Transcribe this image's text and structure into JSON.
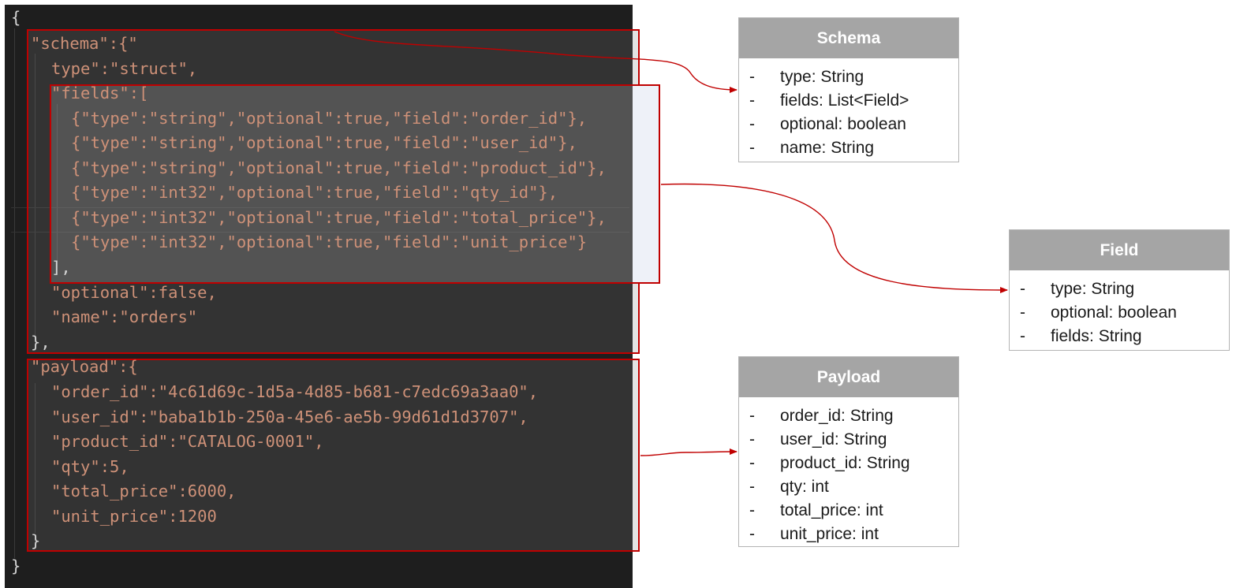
{
  "code": {
    "lines": [
      {
        "indent": 0,
        "text": "{"
      },
      {
        "indent": 1,
        "text": "\"schema\":{\""
      },
      {
        "indent": 2,
        "text": "type\":\"struct\","
      },
      {
        "indent": 2,
        "text": "\"fields\":["
      },
      {
        "indent": 3,
        "text": "{\"type\":\"string\",\"optional\":true,\"field\":\"order_id\"},"
      },
      {
        "indent": 3,
        "text": "{\"type\":\"string\",\"optional\":true,\"field\":\"user_id\"},"
      },
      {
        "indent": 3,
        "text": "{\"type\":\"string\",\"optional\":true,\"field\":\"product_id\"},"
      },
      {
        "indent": 3,
        "text": "{\"type\":\"int32\",\"optional\":true,\"field\":\"qty_id\"},"
      },
      {
        "indent": 3,
        "text": "{\"type\":\"int32\",\"optional\":true,\"field\":\"total_price\"},"
      },
      {
        "indent": 3,
        "text": "{\"type\":\"int32\",\"optional\":true,\"field\":\"unit_price\"}"
      },
      {
        "indent": 2,
        "text": "],"
      },
      {
        "indent": 2,
        "text": "\"optional\":false,"
      },
      {
        "indent": 2,
        "text": "\"name\":\"orders\""
      },
      {
        "indent": 1,
        "text": "},"
      },
      {
        "indent": 1,
        "text": "\"payload\":{"
      },
      {
        "indent": 2,
        "text": "\"order_id\":\"4c61d69c-1d5a-4d85-b681-c7edc69a3aa0\","
      },
      {
        "indent": 2,
        "text": "\"user_id\":\"baba1b1b-250a-45e6-ae5b-99d61d1d3707\","
      },
      {
        "indent": 2,
        "text": "\"product_id\":\"CATALOG-0001\","
      },
      {
        "indent": 2,
        "text": "\"qty\":5,"
      },
      {
        "indent": 2,
        "text": "\"total_price\":6000,"
      },
      {
        "indent": 2,
        "text": "\"unit_price\":1200"
      },
      {
        "indent": 1,
        "text": "}"
      },
      {
        "indent": 0,
        "text": "}"
      }
    ]
  },
  "uml": {
    "schema": {
      "title": "Schema",
      "rows": [
        {
          "dash": "-",
          "text": "type: String"
        },
        {
          "dash": "-",
          "text": "fields: List<Field>"
        },
        {
          "dash": "-",
          "text": "optional: boolean"
        },
        {
          "dash": "-",
          "text": "name: String"
        }
      ]
    },
    "field": {
      "title": "Field",
      "rows": [
        {
          "dash": "-",
          "text": "type: String"
        },
        {
          "dash": "-",
          "text": "optional: boolean"
        },
        {
          "dash": "-",
          "text": "fields: String"
        }
      ]
    },
    "payload": {
      "title": "Payload",
      "rows": [
        {
          "dash": "-",
          "text": "order_id: String"
        },
        {
          "dash": "-",
          "text": "user_id: String"
        },
        {
          "dash": "-",
          "text": "product_id: String"
        },
        {
          "dash": "-",
          "text": "qty: int"
        },
        {
          "dash": "-",
          "text": "total_price: int"
        },
        {
          "dash": "-",
          "text": "unit_price: int"
        }
      ]
    }
  },
  "colors": {
    "editor_bg": "#1e1e1e",
    "code_string": "#ce9178",
    "highlight_border": "#c00000",
    "arrow": "#c00000",
    "uml_header": "#a5a5a5"
  }
}
